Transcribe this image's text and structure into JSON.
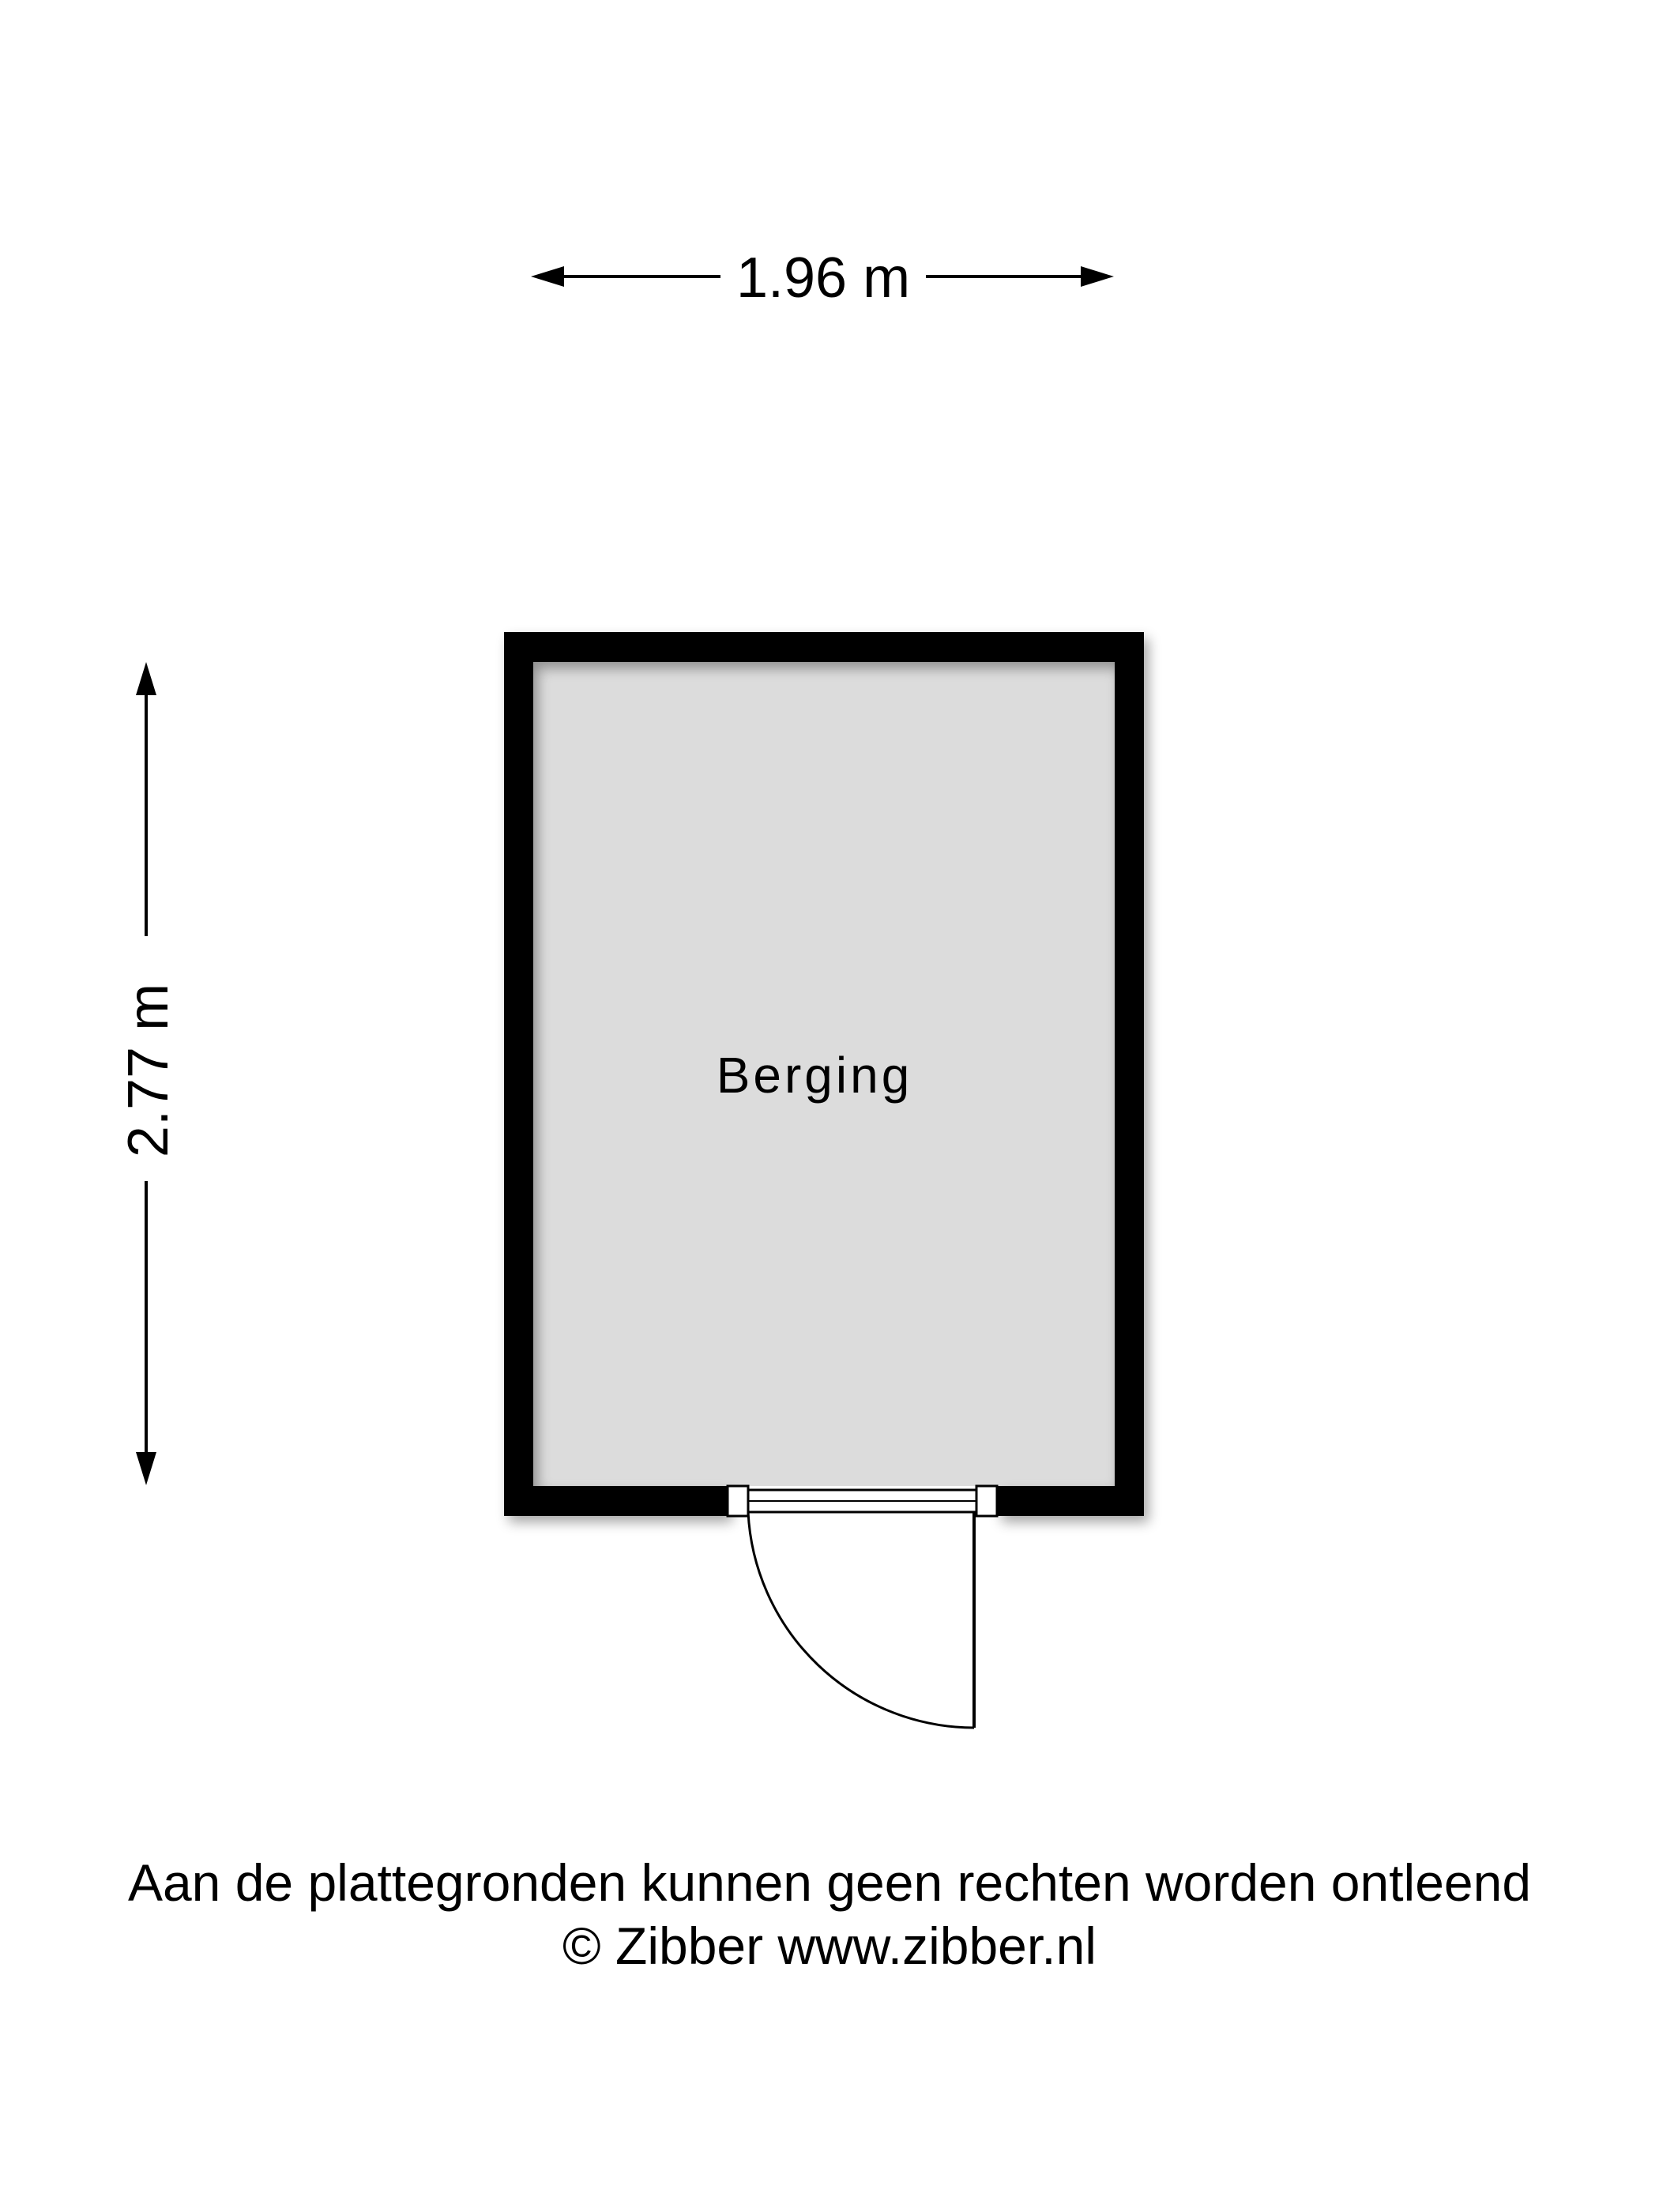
{
  "plan": {
    "width_dimension": "1.96 m",
    "height_dimension": "2.77 m",
    "rooms": [
      {
        "name": "Berging"
      }
    ]
  },
  "footer": {
    "disclaimer": "Aan de plattegronden kunnen geen rechten worden ontleend",
    "copyright": "© Zibber www.zibber.nl"
  },
  "colors": {
    "wall": "#000000",
    "floor": "#dcdcdc",
    "background": "#ffffff"
  }
}
